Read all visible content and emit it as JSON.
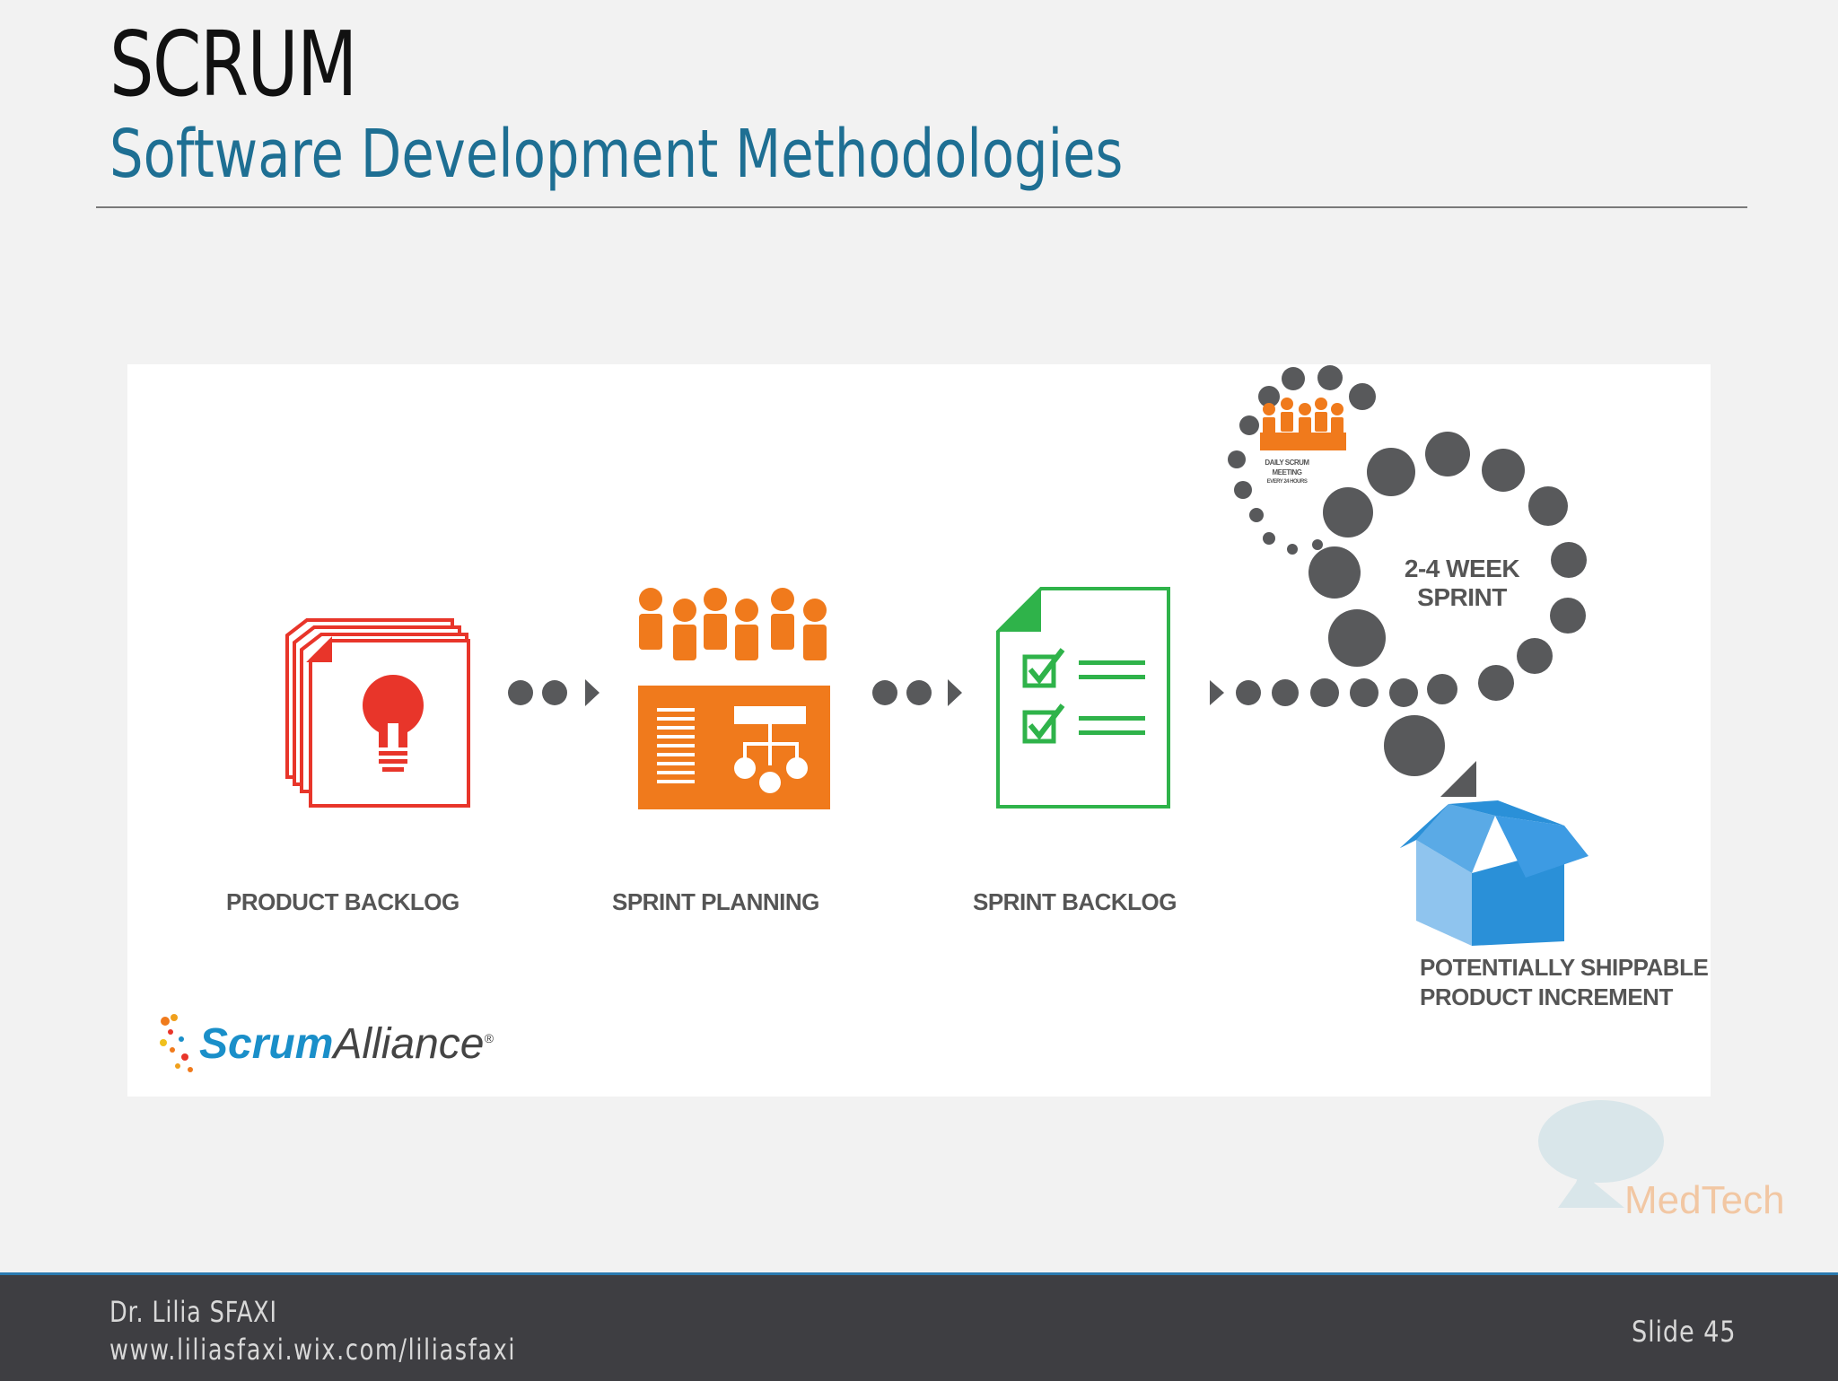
{
  "slide": {
    "title": "SCRUM",
    "subtitle": "Software Development Methodologies"
  },
  "diagram": {
    "stages": [
      {
        "label": "PRODUCT BACKLOG",
        "icon": "lightbulb-document-stack-icon",
        "color": "#e8352a"
      },
      {
        "label": "SPRINT PLANNING",
        "icon": "team-planning-board-icon",
        "color": "#f07a1c"
      },
      {
        "label": "SPRINT BACKLOG",
        "icon": "checklist-document-icon",
        "color": "#2fb34a"
      }
    ],
    "daily_meeting": {
      "line1": "DAILY SCRUM",
      "line2": "MEETING",
      "line3": "EVERY 24 HOURS"
    },
    "sprint": {
      "line1": "2-4 WEEK",
      "line2": "SPRINT"
    },
    "increment": {
      "line1": "POTENTIALLY SHIPPABLE",
      "line2": "PRODUCT INCREMENT",
      "icon": "open-box-icon",
      "color": "#2a90d8"
    },
    "logo": {
      "part1": "Scrum",
      "part2": "Alliance",
      "mark": "®"
    }
  },
  "watermark": {
    "text": "MedTech",
    "icon": "tree-icon"
  },
  "footer": {
    "author": "Dr. Lilia SFAXI",
    "url": "www.liliasfaxi.wix.com/liliasfaxi",
    "slide_number": "Slide 45"
  },
  "colors": {
    "accent_blue": "#1e6f93",
    "footer_bg": "#3e3e42",
    "dot_gray": "#58595b"
  }
}
